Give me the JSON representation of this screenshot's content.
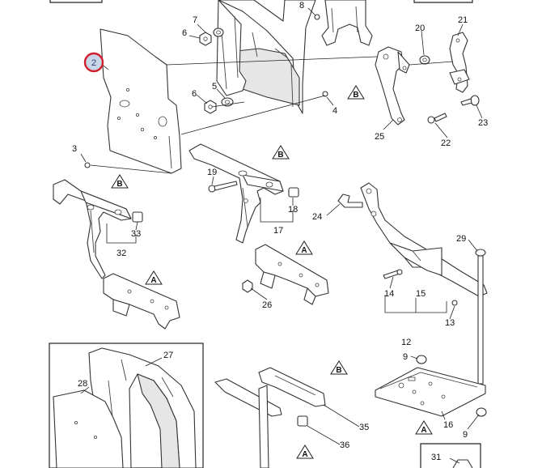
{
  "highlighted_part": "2",
  "callouts": {
    "n2": "2",
    "n3": "3",
    "n4": "4",
    "n5": "5",
    "n6a": "6",
    "n6b": "6",
    "n7": "7",
    "n8": "8",
    "n9a": "9",
    "n9b": "9",
    "n12": "12",
    "n13": "13",
    "n14": "14",
    "n15": "15",
    "n16": "16",
    "n17": "17",
    "n18": "18",
    "n19": "19",
    "n20": "20",
    "n21": "21",
    "n22": "22",
    "n23": "23",
    "n24": "24",
    "n25": "25",
    "n26": "26",
    "n27": "27",
    "n28": "28",
    "n29": "29",
    "n31": "31",
    "n32": "32",
    "n33": "33",
    "n35": "35",
    "n36": "36"
  },
  "markers": {
    "tA1": "A",
    "tA2": "A",
    "tA3": "A",
    "tA4": "A",
    "tB1": "B",
    "tB2": "B",
    "tB3": "B",
    "tB4": "B"
  },
  "colors": {
    "highlight_ring": "#d21f2b",
    "highlight_fill": "#c9d6ea",
    "line": "#333333"
  }
}
